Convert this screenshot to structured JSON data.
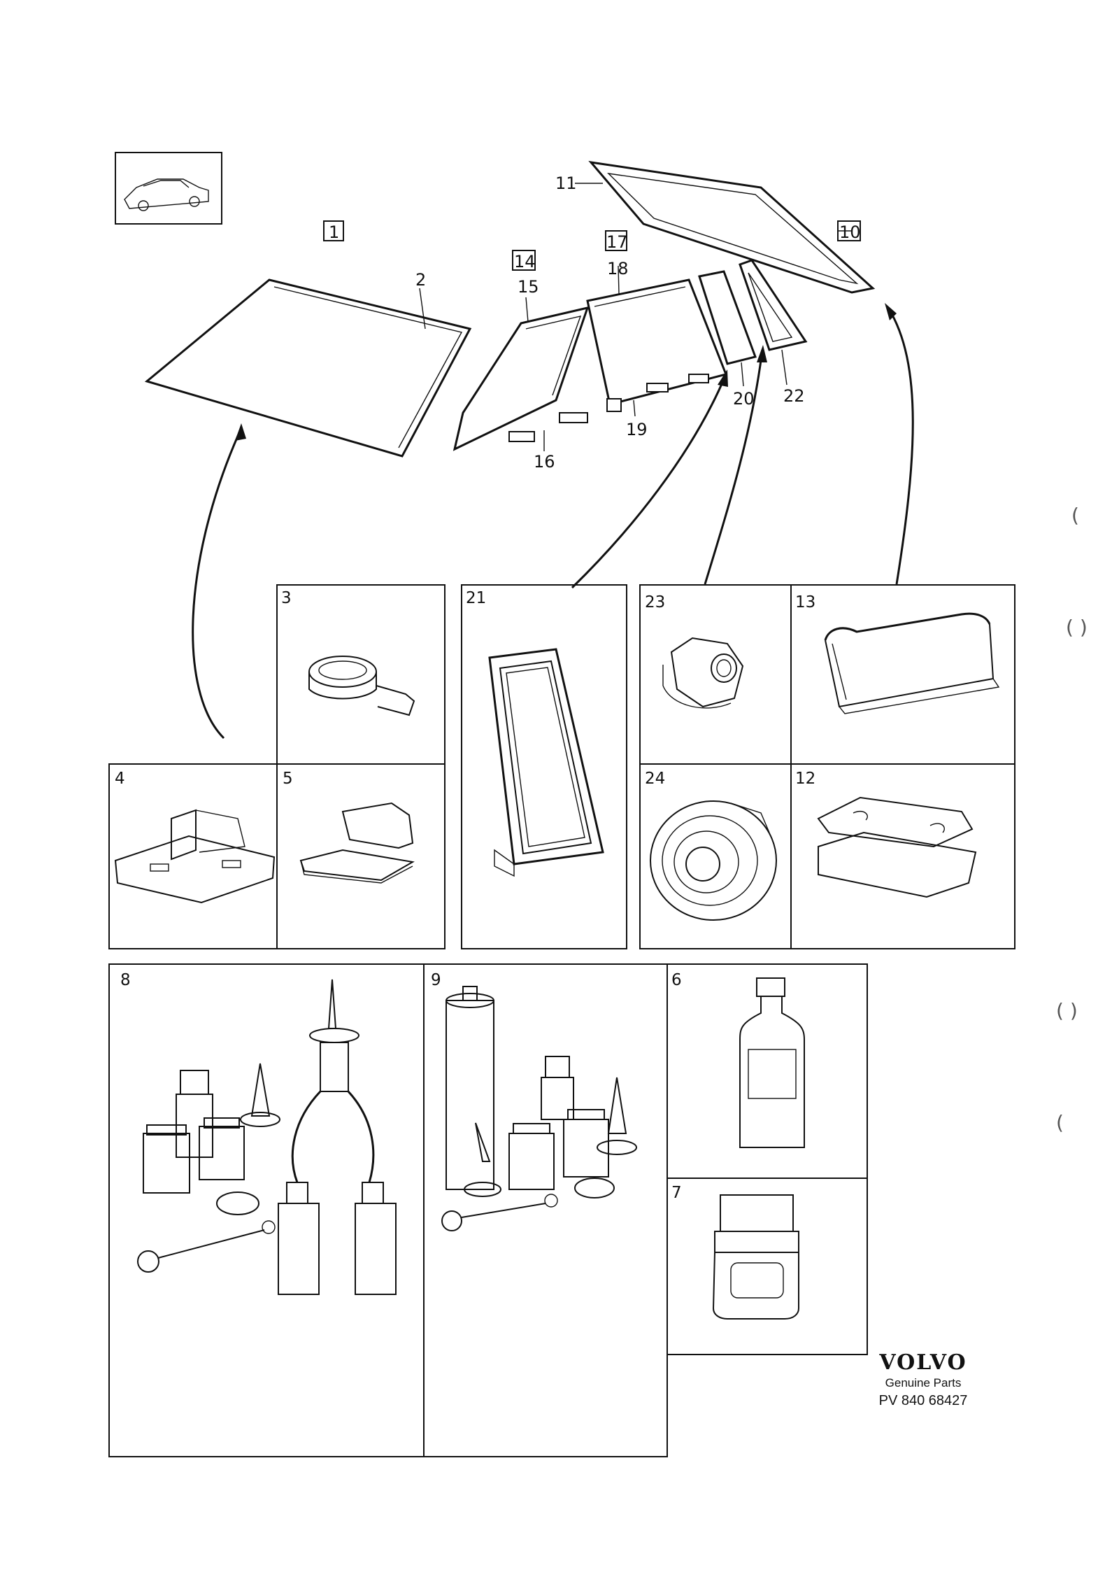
{
  "callouts": {
    "c2": "2",
    "c11": "11",
    "c15": "15",
    "c16": "16",
    "c18": "18",
    "c19": "19",
    "c20": "20",
    "c22": "22"
  },
  "boxed_callouts": {
    "b1": "1",
    "b14": "14",
    "b17": "17",
    "b10": "10"
  },
  "panels": {
    "p3": "3",
    "p21": "21",
    "p23": "23",
    "p13": "13",
    "p4": "4",
    "p5": "5",
    "p24": "24",
    "p12": "12",
    "p8": "8",
    "p9": "9",
    "p6": "6",
    "p7": "7"
  },
  "brand": {
    "logo": "VOLVO",
    "subtitle": "Genuine Parts",
    "code": "PV 840 68427"
  },
  "margin_marks": [
    "(",
    "( )",
    "( )",
    "("
  ]
}
